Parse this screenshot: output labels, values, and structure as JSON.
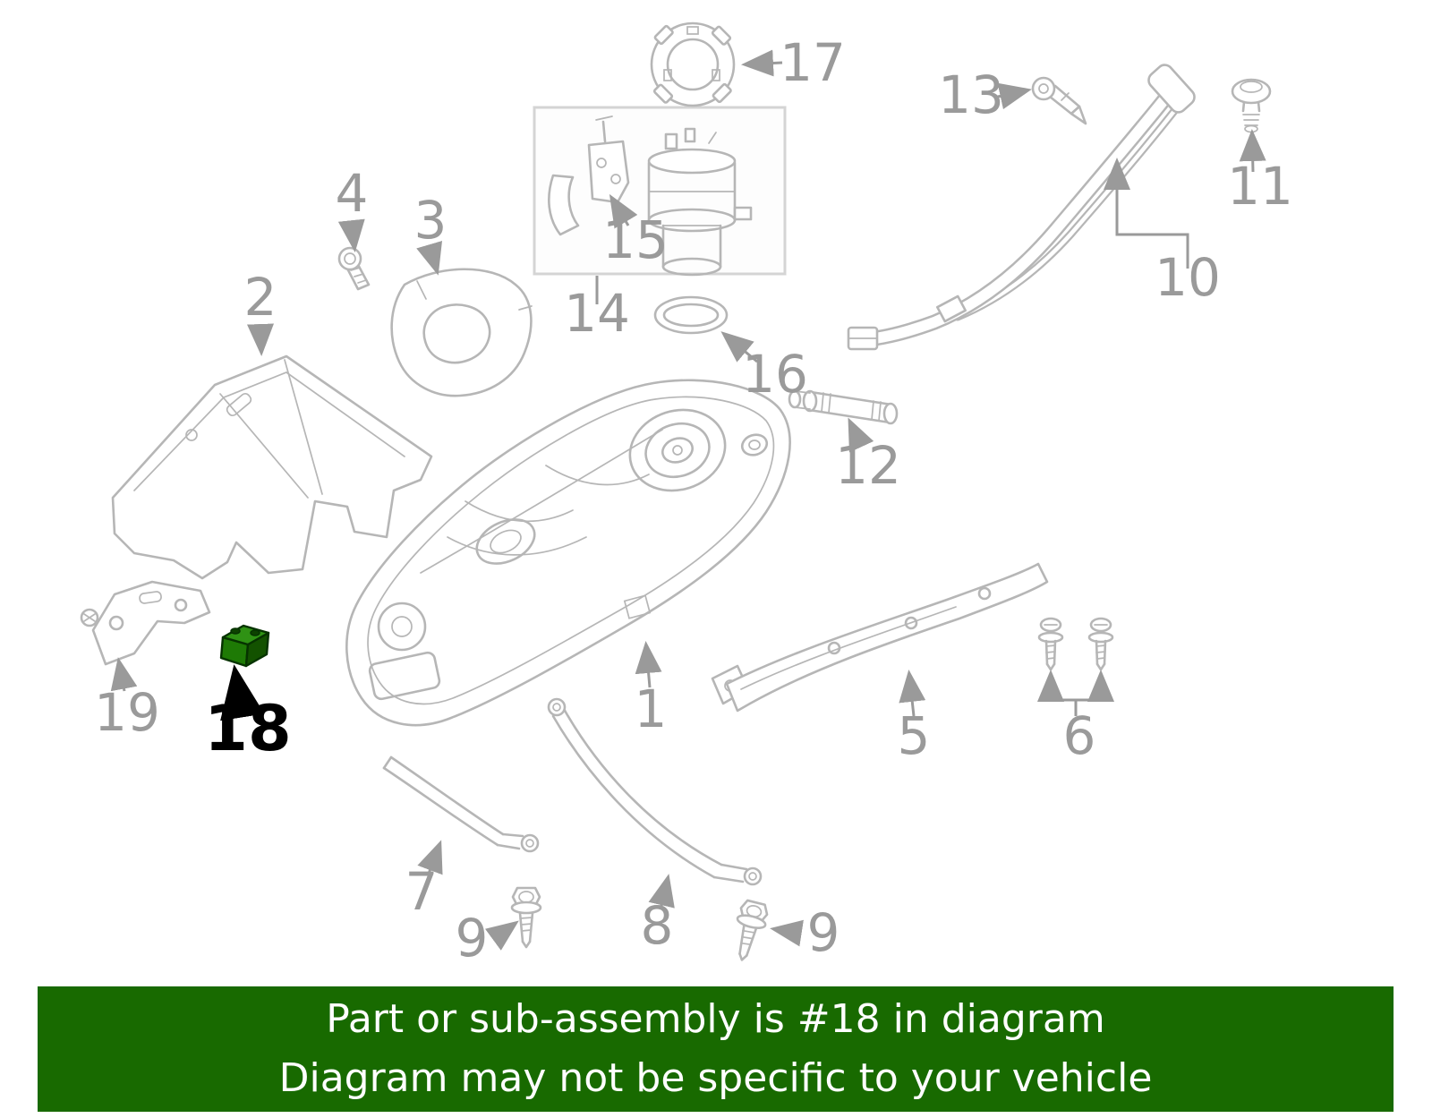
{
  "banner": {
    "line1": "Part or sub-assembly is #18 in diagram",
    "line2": "Diagram may not be specific to your vehicle"
  },
  "highlighted_part": "18",
  "colors": {
    "line": "#b6b6b6",
    "label": "#9a9a9a",
    "highlight": "#1e7a05",
    "highlight_top": "#2f9214",
    "highlight_side": "#135200",
    "banner_bg": "#186a00",
    "banner_text": "#ffffff"
  },
  "labels": {
    "p1": "1",
    "p2": "2",
    "p3": "3",
    "p4": "4",
    "p5": "5",
    "p6": "6",
    "p7": "7",
    "p8": "8",
    "p9a": "9",
    "p9b": "9",
    "p10": "10",
    "p11": "11",
    "p12": "12",
    "p13": "13",
    "p14": "14",
    "p15": "15",
    "p16": "16",
    "p17": "17",
    "p18": "18",
    "p19": "19"
  }
}
